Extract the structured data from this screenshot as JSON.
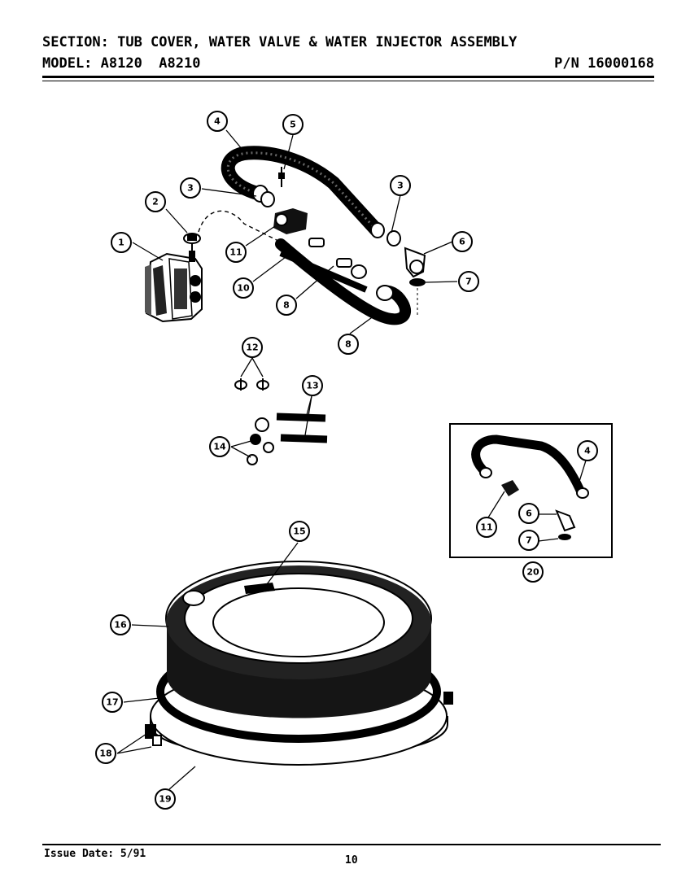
{
  "header": {
    "section": "SECTION: TUB COVER, WATER VALVE & WATER INJECTOR ASSEMBLY",
    "model": "MODEL: A8120  A8210",
    "part_number": "P/N 16000168"
  },
  "footer": {
    "issue_date": "Issue Date: 5/91",
    "page_number": "10"
  },
  "callouts": {
    "c1": "1",
    "c2": "2",
    "c3a": "3",
    "c3b": "3",
    "c4": "4",
    "c5": "5",
    "c6": "6",
    "c7": "7",
    "c8a": "8",
    "c8b": "8",
    "c10": "10",
    "c11": "11",
    "c12": "12",
    "c13": "13",
    "c14": "14",
    "c15": "15",
    "c16": "16",
    "c17": "17",
    "c18": "18",
    "c19": "19",
    "c20": "20",
    "k4": "4",
    "k11": "11",
    "k6": "6",
    "k7": "7"
  }
}
